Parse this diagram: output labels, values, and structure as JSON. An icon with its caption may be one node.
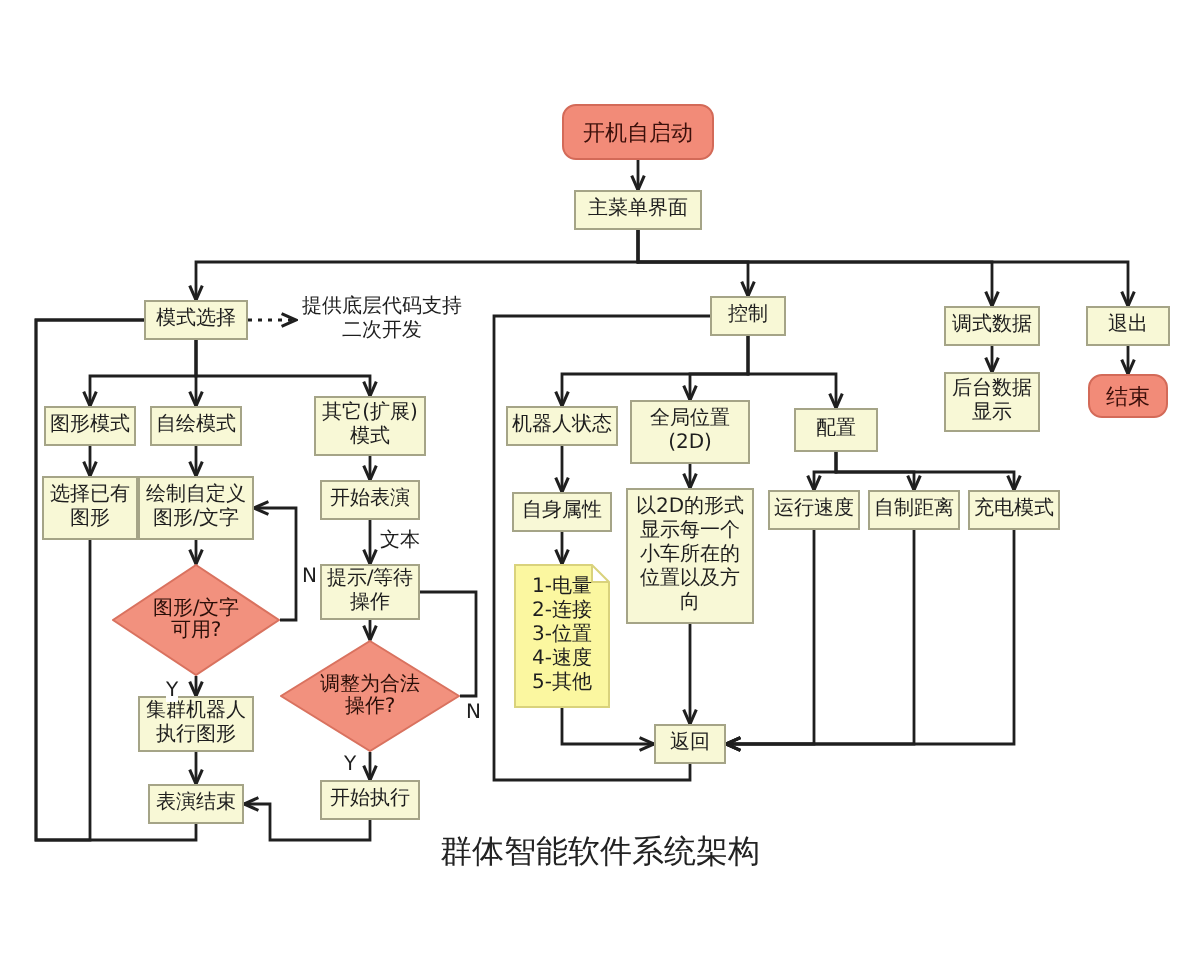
{
  "diagram": {
    "caption": "群体智能软件系统架构",
    "nodes": [
      {
        "text": [
          "开机自启动"
        ]
      },
      {
        "text": [
          "主菜单界面"
        ]
      },
      {
        "text": [
          "模式选择"
        ]
      },
      {
        "text": [
          "提供底层代码支持二次开发"
        ]
      },
      {
        "text": [
          "图形模式"
        ]
      },
      {
        "text": [
          "自绘模式"
        ]
      },
      {
        "text": [
          "其它(扩展)模式"
        ]
      },
      {
        "text": [
          "选择已有图形"
        ]
      },
      {
        "text": [
          "绘制自定义图形/文字"
        ]
      },
      {
        "text": [
          "图形/文字可用?"
        ]
      },
      {
        "text": [
          "集群机器人执行图形"
        ]
      },
      {
        "text": [
          "表演结束"
        ]
      },
      {
        "text": [
          "开始表演"
        ]
      },
      {
        "text": [
          "提示/等待操作"
        ]
      },
      {
        "text": [
          "调整为合法操作?"
        ]
      },
      {
        "text": [
          "开始执行"
        ]
      },
      {
        "text": [
          "控制"
        ]
      },
      {
        "text": [
          "机器人状态"
        ]
      },
      {
        "text": [
          "全局位置(2D)"
        ]
      },
      {
        "text": [
          "配置"
        ]
      },
      {
        "text": [
          "自身属性"
        ]
      },
      {
        "text": [
          "1-电量",
          "2-连接",
          "3-位置",
          "4-速度",
          "5-其他"
        ]
      },
      {
        "text": [
          "以2D的形式显示每一个小车所在的位置以及方向"
        ]
      },
      {
        "text": [
          "运行速度"
        ]
      },
      {
        "text": [
          "自制距离"
        ]
      },
      {
        "text": [
          "充电模式"
        ]
      },
      {
        "text": [
          "返回"
        ]
      },
      {
        "text": [
          "调式数据"
        ]
      },
      {
        "text": [
          "后台数据显示"
        ]
      },
      {
        "text": [
          "退出"
        ]
      },
      {
        "text": [
          "结束"
        ]
      }
    ],
    "edges": [
      {
        "from": 0,
        "to": 1,
        "arrow": "to"
      },
      {
        "from": 1,
        "to": 2,
        "arrow": "to"
      },
      {
        "from": 1,
        "to": 16,
        "arrow": "to"
      },
      {
        "from": 1,
        "to": 27,
        "arrow": "to"
      },
      {
        "from": 1,
        "to": 29,
        "arrow": "to"
      },
      {
        "from": 2,
        "to": 3,
        "arrow": "to",
        "style": "dashed"
      },
      {
        "from": 2,
        "to": 4,
        "arrow": "to"
      },
      {
        "from": 2,
        "to": 5,
        "arrow": "to"
      },
      {
        "from": 2,
        "to": 6,
        "arrow": "to"
      },
      {
        "from": 4,
        "to": 7,
        "arrow": "to"
      },
      {
        "from": 5,
        "to": 8,
        "arrow": "to"
      },
      {
        "from": 8,
        "to": 9,
        "arrow": "to"
      },
      {
        "from": 9,
        "to": 8,
        "arrow": "to",
        "label": "N"
      },
      {
        "from": 9,
        "to": 10,
        "arrow": "to",
        "label": "Y"
      },
      {
        "from": 10,
        "to": 11,
        "arrow": "to"
      },
      {
        "from": 6,
        "to": 12,
        "arrow": "to"
      },
      {
        "from": 12,
        "to": 13,
        "arrow": "to",
        "label": "文本"
      },
      {
        "from": 13,
        "to": 14,
        "arrow": "to"
      },
      {
        "from": 14,
        "to": 13,
        "arrow": "none",
        "label": "N"
      },
      {
        "from": 14,
        "to": 15,
        "arrow": "to",
        "label": "Y"
      },
      {
        "from": 15,
        "to": 11,
        "arrow": "to"
      },
      {
        "from": 7,
        "to": 2,
        "arrow": "none"
      },
      {
        "from": 11,
        "to": 2,
        "arrow": "none"
      },
      {
        "from": 16,
        "to": 17,
        "arrow": "to"
      },
      {
        "from": 16,
        "to": 18,
        "arrow": "to"
      },
      {
        "from": 16,
        "to": 19,
        "arrow": "to"
      },
      {
        "from": 17,
        "to": 20,
        "arrow": "to"
      },
      {
        "from": 20,
        "to": 21,
        "arrow": "to"
      },
      {
        "from": 18,
        "to": 22,
        "arrow": "to"
      },
      {
        "from": 19,
        "to": 23,
        "arrow": "to"
      },
      {
        "from": 19,
        "to": 24,
        "arrow": "to"
      },
      {
        "from": 19,
        "to": 25,
        "arrow": "to"
      },
      {
        "from": 21,
        "to": 26,
        "arrow": "to"
      },
      {
        "from": 22,
        "to": 26,
        "arrow": "to"
      },
      {
        "from": 23,
        "to": 26,
        "arrow": "to"
      },
      {
        "from": 24,
        "to": 26,
        "arrow": "to"
      },
      {
        "from": 25,
        "to": 26,
        "arrow": "to"
      },
      {
        "from": 26,
        "to": 16,
        "arrow": "none"
      },
      {
        "from": 27,
        "to": 28,
        "arrow": "to"
      },
      {
        "from": 29,
        "to": 30,
        "arrow": "to"
      }
    ]
  }
}
